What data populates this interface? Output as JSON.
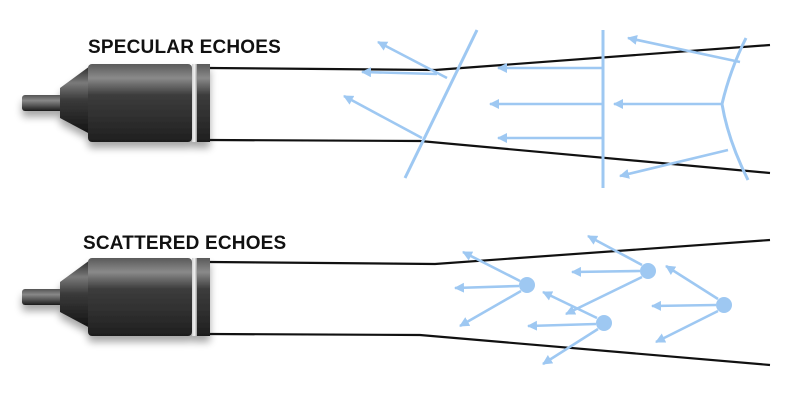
{
  "diagram": {
    "panels": [
      {
        "id": "specular",
        "title": "SPECULAR ECHOES"
      },
      {
        "id": "scattered",
        "title": "SCATTERED ECHOES"
      }
    ],
    "colors": {
      "echo": "#9ec8f2",
      "beam": "#111111",
      "transducer_body": "#4a4a4a",
      "cable": "#3a3a3a"
    }
  }
}
